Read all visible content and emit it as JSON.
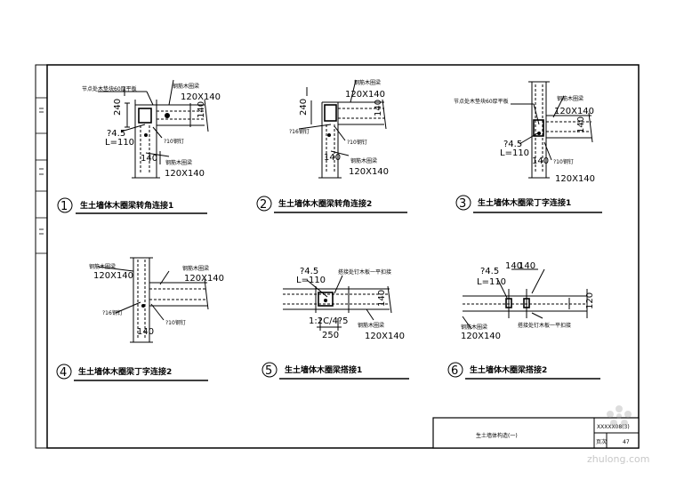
{
  "sheet": {
    "title_block": {
      "title": "生土墙体构造(一)",
      "drawing_no": "XXXXX08(3)",
      "page_label": "页次",
      "page": "47"
    },
    "watermark": "zhulong.com"
  },
  "details": [
    {
      "num": "1",
      "caption": "生土墙体木圈梁转角连接1",
      "labels": {
        "t1": "节点处木垫块60厚平板",
        "t2": "120X140",
        "t3": "240",
        "t4": "?4.5",
        "t5": "L=110",
        "t6": "?10钢钉",
        "t7": "140",
        "t8": "120X140",
        "t9": "140",
        "t10": "钢筋木圈梁",
        "t11": "钢筋木圈梁"
      }
    },
    {
      "num": "2",
      "caption": "生土墙体木圈梁转角连接2",
      "labels": {
        "t1": "120X140",
        "t2": "240",
        "t3": "?16钢钉",
        "t4": "?10钢钉",
        "t5": "140",
        "t6": "120X140",
        "t7": "140",
        "t8": "钢筋木圈梁",
        "t9": "钢筋木圈梁"
      }
    },
    {
      "num": "3",
      "caption": "生土墙体木圈梁丁字连接1",
      "labels": {
        "t1": "节点处木垫块60厚平板",
        "t2": "120X140",
        "t3": "?4.5",
        "t4": "L=110",
        "t5": "140",
        "t6": "140",
        "t7": "120X140",
        "t8": "钢筋木圈梁",
        "t9": "?10钢钉"
      }
    },
    {
      "num": "4",
      "caption": "生土墙体木圈梁丁字连接2",
      "labels": {
        "t1": "120X140",
        "t2": "120X140",
        "t3": "?16钢钉",
        "t4": "?10钢钉",
        "t5": "140",
        "t6": "钢筋木圈梁",
        "t7": "钢筋木圈梁"
      }
    },
    {
      "num": "5",
      "caption": "生土墙体木圈梁搭接1",
      "labels": {
        "t1": "?4.5",
        "t2": "L=110",
        "t3": "搭接处钉木板一平扣接",
        "t4": "1:2C/4?5",
        "t5": "250",
        "t6": "120X140",
        "t7": "140",
        "t8": "钢筋木圈梁"
      }
    },
    {
      "num": "6",
      "caption": "生土墙体木圈梁搭接2",
      "labels": {
        "t1": "?4.5",
        "t2": "L=110",
        "t3": "140",
        "t4": "140",
        "t5": "120X140",
        "t6": "搭接处钉木板一平扣接",
        "t7": "120",
        "t8": "钢筋木圈梁"
      }
    }
  ]
}
